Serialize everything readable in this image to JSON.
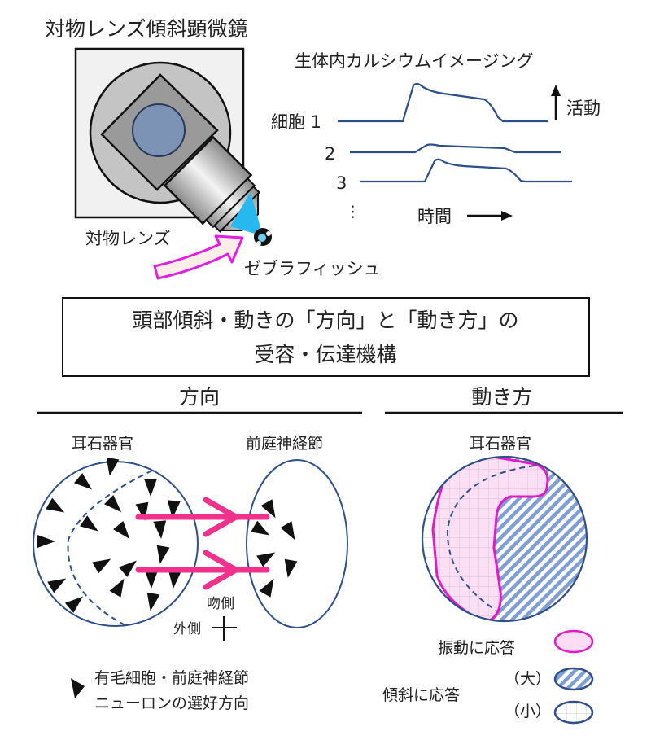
{
  "microscope": {
    "title": "対物レンズ傾斜顕微鏡",
    "objective_label": "対物レンズ",
    "fish_label": "ゼブラフィッシュ"
  },
  "imaging": {
    "title": "生体内カルシウムイメージング",
    "cell_labels": [
      "細胞 1",
      "2",
      "3"
    ],
    "ellipsis": "⋮",
    "time_label": "時間",
    "activity_label": "活動"
  },
  "summary_box": {
    "line1": "頭部傾斜・動きの「方向」と「動き方」の",
    "line2": "受容・伝達機構"
  },
  "direction_panel": {
    "header": "方向",
    "otolith_label": "耳石器官",
    "ganglion_label": "前庭神経節",
    "rostral_label": "吻側",
    "lateral_label": "外側",
    "legend_line1": "有毛細胞・前庭神経節",
    "legend_line2": "ニューロンの選好方向"
  },
  "motion_panel": {
    "header": "動き方",
    "otolith_label": "耳石器官",
    "legend_vibration": "振動に応答",
    "legend_tilt": "傾斜に応答",
    "legend_large": "（大）",
    "legend_small": "（小）"
  },
  "colors": {
    "navy": "#2f4f8a",
    "magenta": "#e619c8",
    "pink_arrow": "#f0328c",
    "pink_fill": "#fbdcf4",
    "cyan": "#27b8f0",
    "hatch": "#7f9fd4"
  }
}
